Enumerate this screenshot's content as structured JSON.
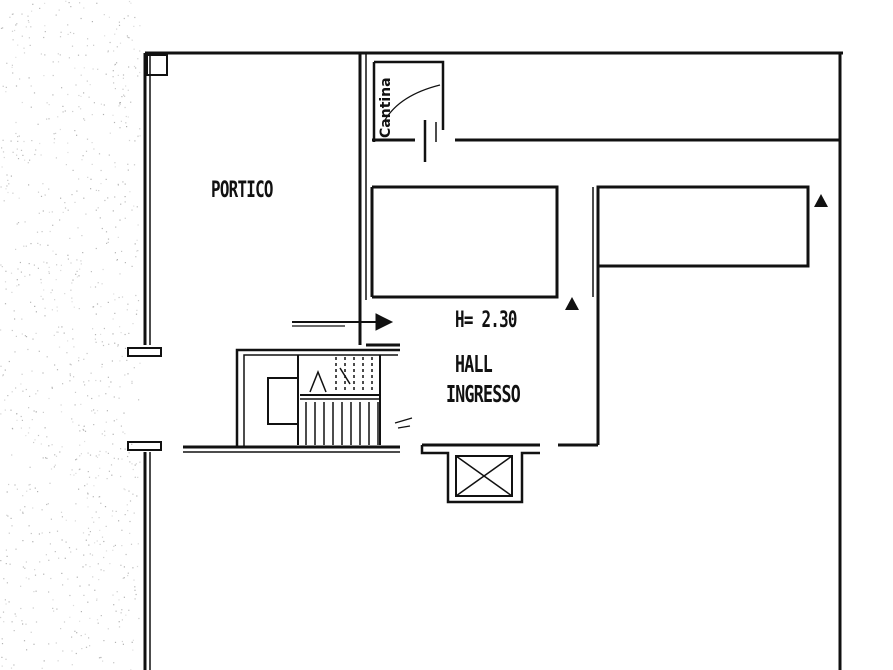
{
  "plan": {
    "rooms": {
      "portico": "PORTICO",
      "height": "H= 2.30",
      "hall": "HALL",
      "ingresso": "INGRESSO",
      "cantina": "Cantina"
    },
    "colors": {
      "wall": "#111111",
      "background": "#ffffff",
      "speckle": "#9a9a9a"
    },
    "icons": [
      "level-marker-icon",
      "entrance-arrow-icon",
      "elevator-icon",
      "stairs-icon"
    ]
  }
}
